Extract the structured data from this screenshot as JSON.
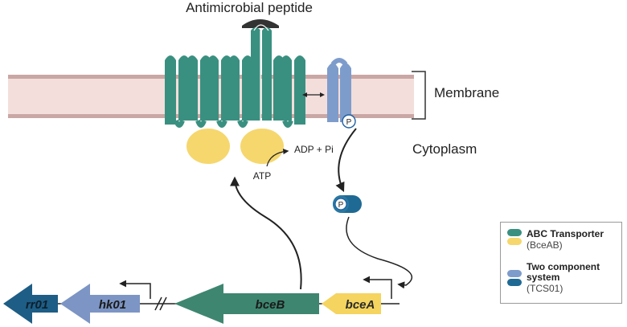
{
  "labels": {
    "peptide": "Antimicrobial peptide",
    "membrane": "Membrane",
    "cytoplasm": "Cytoplasm",
    "atp": "ATP",
    "adp": "ADP + Pi",
    "phospho": "P"
  },
  "genes": {
    "rr01": "rr01",
    "hk01": "hk01",
    "bceB": "bceB",
    "bceA": "bceA"
  },
  "legend": {
    "abc_title": "ABC Transporter",
    "abc_sub": "(BceAB)",
    "tcs_title_1": "Two component",
    "tcs_title_2": "system",
    "tcs_sub": "(TCS01)"
  },
  "colors": {
    "abc_green": "#3a9080",
    "abc_yellow": "#f5d76e",
    "tcs_light": "#7e9ccb",
    "tcs_dark": "#1f6a94",
    "membrane": "#f3dedb",
    "membrane_edge": "#c9a7a4",
    "gene_bceB": "#3e8670",
    "gene_bceA": "#f5d45f",
    "gene_hk01": "#7c95c4",
    "gene_rr01": "#1e5d85"
  }
}
